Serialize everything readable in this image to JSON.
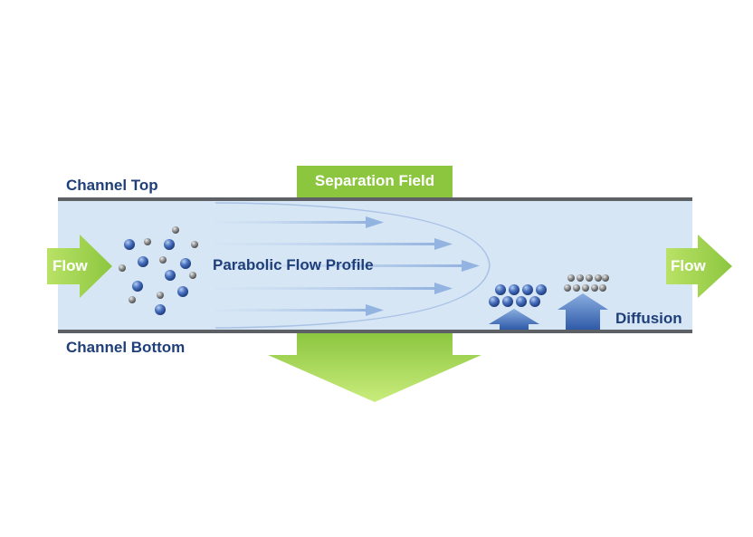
{
  "labels": {
    "channel_top": "Channel Top",
    "channel_bottom": "Channel Bottom",
    "separation_field": "Separation Field",
    "flow_in": "Flow",
    "flow_out": "Flow",
    "parabolic": "Parabolic Flow Profile",
    "diffusion": "Diffusion"
  },
  "colors": {
    "channel_fill": "#d6e6f5",
    "channel_wall": "#5d6166",
    "navy_text": "#1f3f7a",
    "green": "#8cc63f",
    "green_light": "#c7ea7a",
    "blue_arrow": "#3d66b0",
    "large_particle": "#3a5ea8",
    "small_particle": "#8c8c8c"
  },
  "icons": {
    "flow_in_arrow": "right-arrow-icon",
    "flow_out_arrow": "right-arrow-icon",
    "field_arrow": "down-arrow-icon",
    "diffusion_arrows": "up-arrow-icon"
  }
}
